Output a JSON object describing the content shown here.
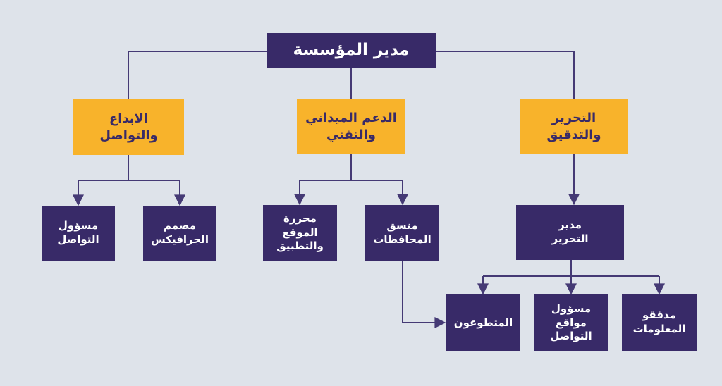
{
  "colors": {
    "bg": "#dee3ea",
    "box_dark": "#382a68",
    "box_yellow": "#f8b32b",
    "line": "#453a75",
    "text_light": "#ffffff",
    "text_dark": "#382a68"
  },
  "nodes": {
    "director": {
      "label": "مدير المؤسسة",
      "level": "root"
    },
    "creativity": {
      "label": "الابداع\nوالتواصل",
      "level": "department"
    },
    "field_support": {
      "label": "الدعم الميداني\nوالتقني",
      "level": "department"
    },
    "editing_audit": {
      "label": "التحرير\nوالتدقيق",
      "level": "department"
    },
    "comm_officer": {
      "label": "مسؤول\nالتواصل",
      "level": "role"
    },
    "graphics_designer": {
      "label": "مصمم\nالجرافيكس",
      "level": "role"
    },
    "web_app_editor": {
      "label": "محررة\nالموقع\nوالتطبيق",
      "level": "role"
    },
    "gov_coordinator": {
      "label": "منسق\nالمحافظات",
      "level": "role"
    },
    "editor_in_chief": {
      "label": "مدير\nالتحرير",
      "level": "role"
    },
    "volunteers": {
      "label": "المتطوعون",
      "level": "role"
    },
    "social_media_officer": {
      "label": "مسؤول\nمواقع\nالتواصل",
      "level": "role"
    },
    "fact_checkers": {
      "label": "مدققو\nالمعلومات",
      "level": "role"
    }
  },
  "edges": [
    {
      "from": "director",
      "to": "creativity"
    },
    {
      "from": "director",
      "to": "field_support"
    },
    {
      "from": "director",
      "to": "editing_audit"
    },
    {
      "from": "creativity",
      "to": "comm_officer"
    },
    {
      "from": "creativity",
      "to": "graphics_designer"
    },
    {
      "from": "field_support",
      "to": "web_app_editor"
    },
    {
      "from": "field_support",
      "to": "gov_coordinator"
    },
    {
      "from": "editing_audit",
      "to": "editor_in_chief"
    },
    {
      "from": "editor_in_chief",
      "to": "volunteers"
    },
    {
      "from": "editor_in_chief",
      "to": "social_media_officer"
    },
    {
      "from": "editor_in_chief",
      "to": "fact_checkers"
    },
    {
      "from": "gov_coordinator",
      "to": "volunteers"
    }
  ]
}
